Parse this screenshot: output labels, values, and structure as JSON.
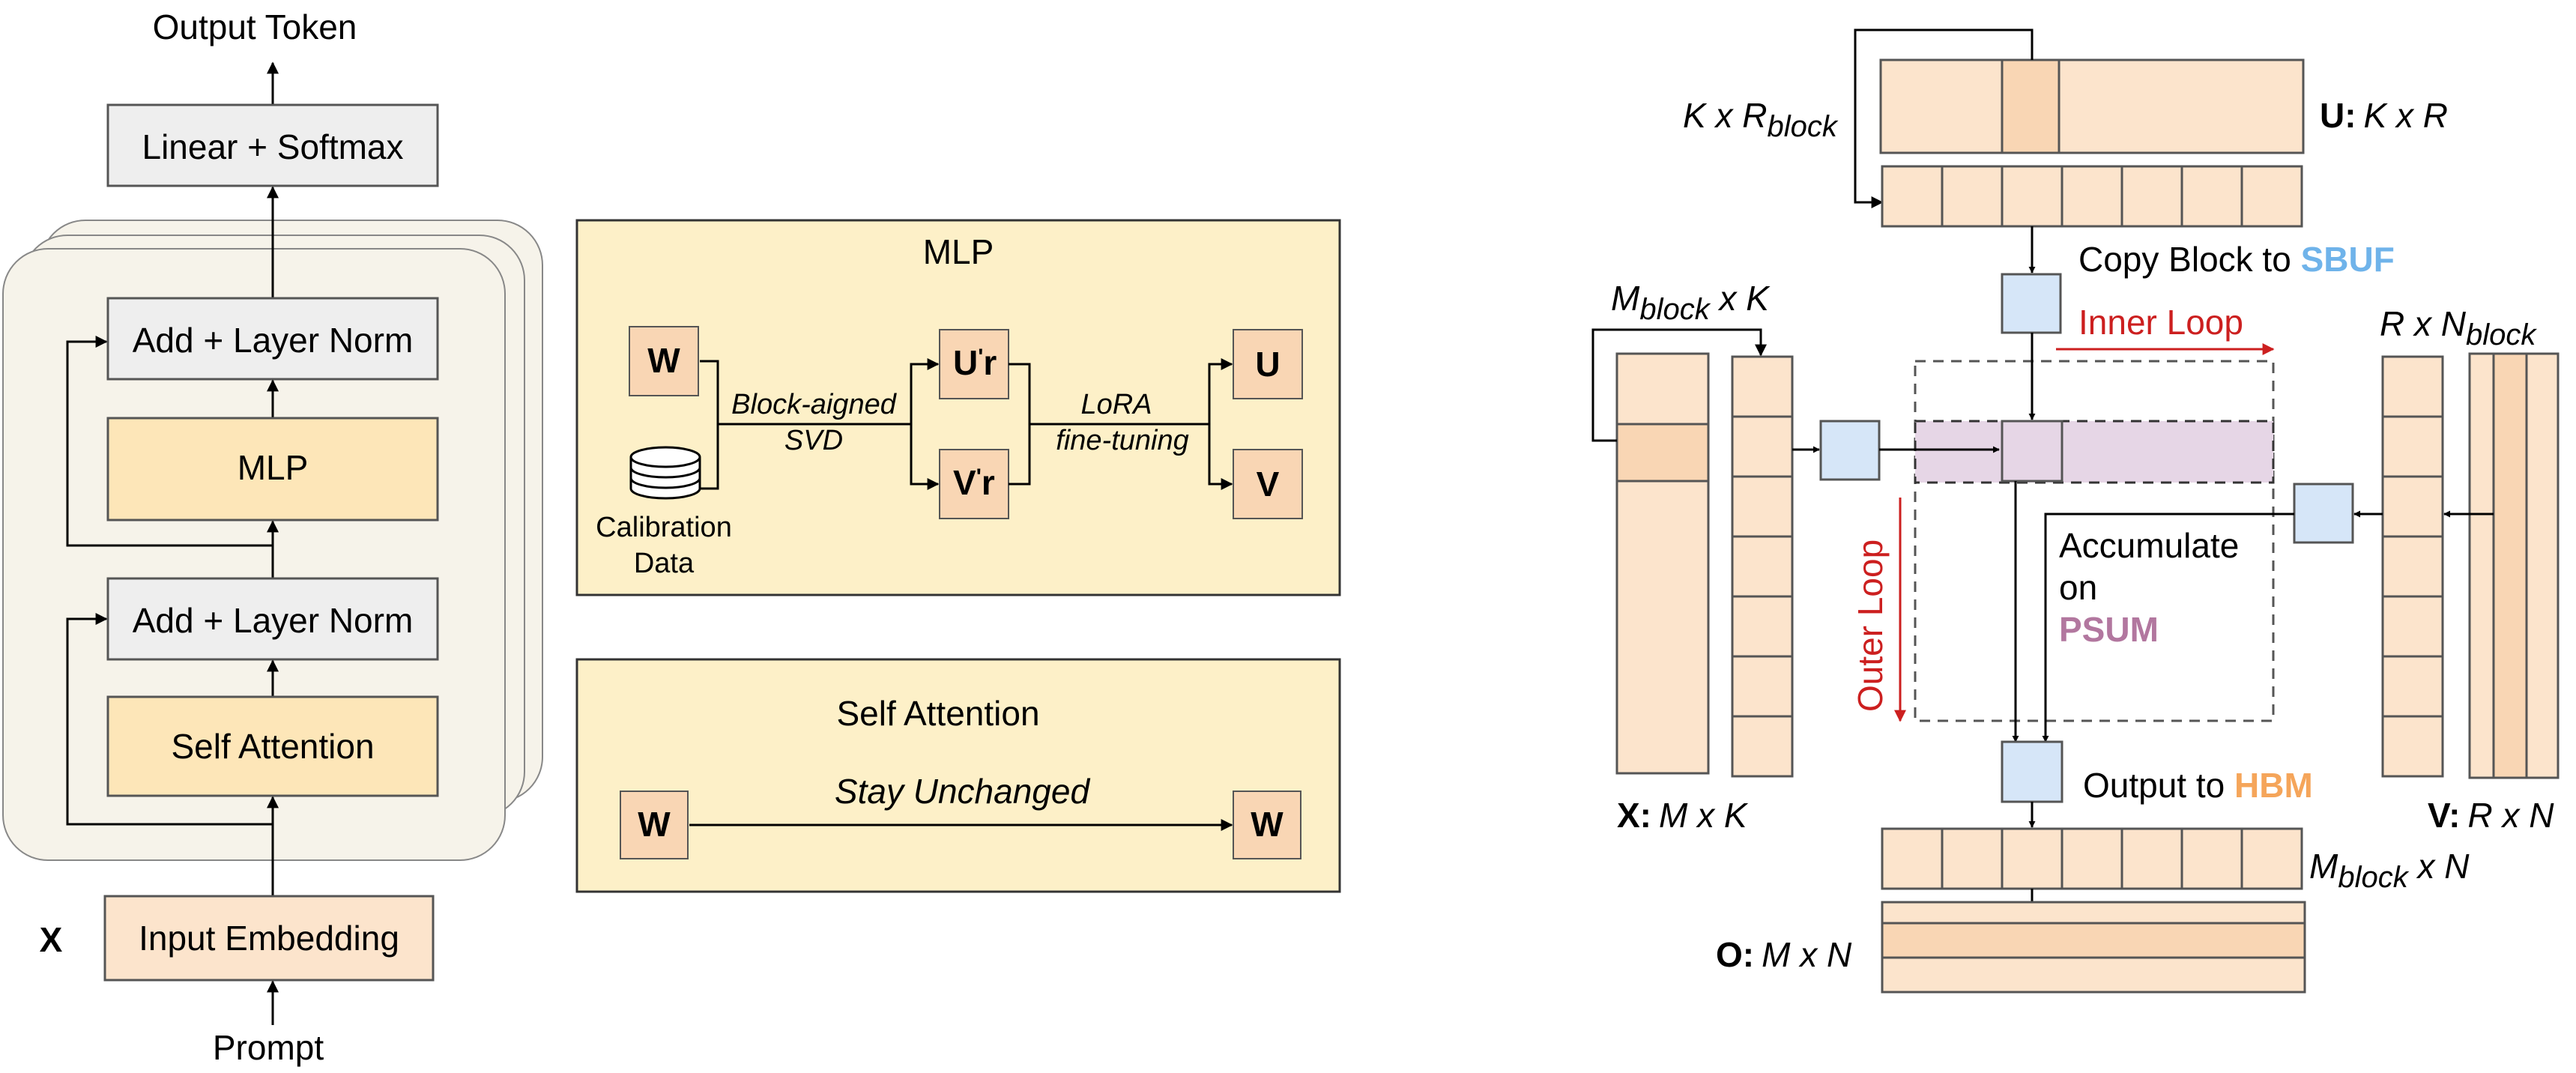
{
  "transformer": {
    "output_label": "Output Token",
    "linear_softmax": "Linear + Softmax",
    "add_norm_top": "Add + Layer Norm",
    "mlp": "MLP",
    "add_norm_bottom": "Add + Layer Norm",
    "self_attention": "Self Attention",
    "input_embedding": "Input Embedding",
    "input_var": "X",
    "prompt_label": "Prompt"
  },
  "mlp_panel": {
    "title": "MLP",
    "w": "W",
    "calibration_line1": "Calibration",
    "calibration_line2": "Data",
    "svd_line1": "Block-aigned",
    "svd_line2": "SVD",
    "ur_main": "U",
    "ur_sup": "'",
    "ur_sub": "r",
    "vr_main": "V",
    "vr_sup": "'",
    "vr_sub": "r",
    "lora_line1": "LoRA",
    "lora_line2": "fine-tuning",
    "u": "U",
    "v": "V"
  },
  "attn_panel": {
    "title": "Self Attention",
    "w_left": "W",
    "arrow_label": "Stay Unchanged",
    "w_right": "W"
  },
  "kernel": {
    "u_label_bold": "U:",
    "u_label_dims": "K x R",
    "k_rblock_main": "K x R",
    "k_rblock_sub": "block",
    "copy_block_text": "Copy Block to ",
    "copy_block_target": "SBUF",
    "mblock_k_main": "M",
    "mblock_k_sub": "block",
    "mblock_k_tail": " x K",
    "inner_loop": "Inner Loop",
    "r_nblock_main": "R x N",
    "r_nblock_sub": "block",
    "outer_loop": "Outer Loop",
    "accumulate_line1": "Accumulate",
    "accumulate_line2": "on",
    "accumulate_target": "PSUM",
    "x_label_bold": "X:",
    "x_label_dims": "M x K",
    "output_text": "Output to ",
    "output_target": "HBM",
    "v_label_bold": "V:",
    "v_label_dims": "R x N",
    "mblock_n_main": "M",
    "mblock_n_sub": "block",
    "mblock_n_tail": " x N",
    "o_label_bold": "O:",
    "o_label_dims": "M x N"
  },
  "colors": {
    "peach": "#fce4cc",
    "peach_dark": "#f9d6b4",
    "block_fill": "#f9d6b4",
    "gray_box": "#eeeeee",
    "layer_fill": "#fde6b8",
    "panel_fill": "#fdf0c8",
    "stack_bg": "#f6f3ea",
    "sbuf_blue": "#6fb3ea",
    "hbm_orange": "#f5a55a",
    "psum_purple": "#b2779f",
    "loop_red": "#cc1f1f",
    "tile_blue": "#d6e6f8",
    "psum_band": "#e6d6e6"
  }
}
